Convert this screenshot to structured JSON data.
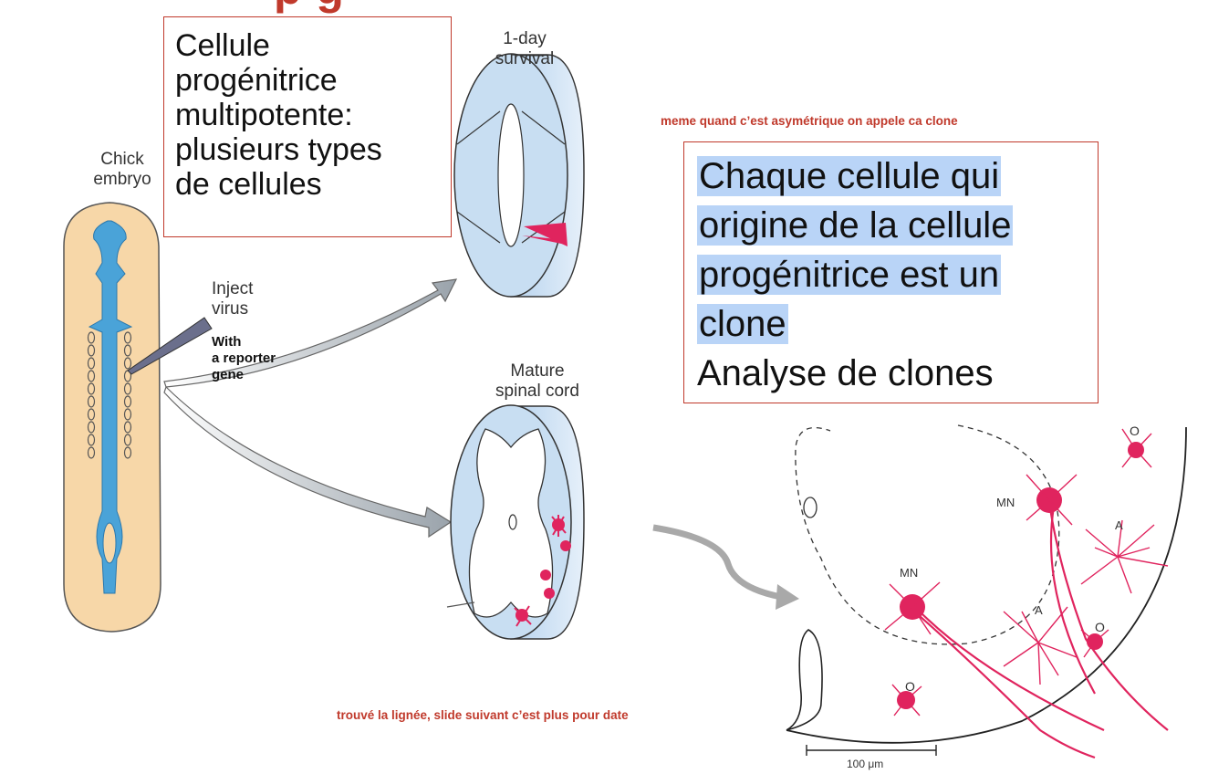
{
  "slide": {
    "title_partial": "p           g",
    "left_box": {
      "lines": [
        "Cellule",
        "progénitrice",
        "multipotente:",
        "plusieurs types",
        "de cellules"
      ]
    },
    "right_box": {
      "highlighted_lines": [
        "Chaque cellule qui",
        "origine de la cellule",
        "progénitrice est un",
        "clone"
      ],
      "plain_line": "Analyse de clones",
      "highlight_color": "#b9d4f7"
    },
    "note_top": "meme quand c’est asymétrique on appele ca clone",
    "note_bottom": "trouvé la lignée, slide suivant c’est plus pour date",
    "accent_color": "#c0392b"
  },
  "diagram": {
    "embryo_label": [
      "Chick",
      "embryo"
    ],
    "inject_label": [
      "Inject",
      "virus"
    ],
    "reporter_label": [
      "With",
      "a reporter",
      "gene"
    ],
    "one_day_label": [
      "1-day",
      "survival"
    ],
    "mature_label": [
      "Mature",
      "spinal cord"
    ],
    "cell_labels": {
      "mn_top": "MN",
      "mn_left": "MN",
      "a_top": "A",
      "a_mid": "A",
      "o_top": "O",
      "o_right": "O",
      "o_bottom": "O"
    },
    "scale_bar": "100 μm",
    "colors": {
      "embryo_fill": "#f7d7a8",
      "neural_tube": "#4aa3d8",
      "cord_blue": "#c8def2",
      "clone_red": "#e0245e",
      "arrow_grey": "#a9a9a9"
    }
  }
}
